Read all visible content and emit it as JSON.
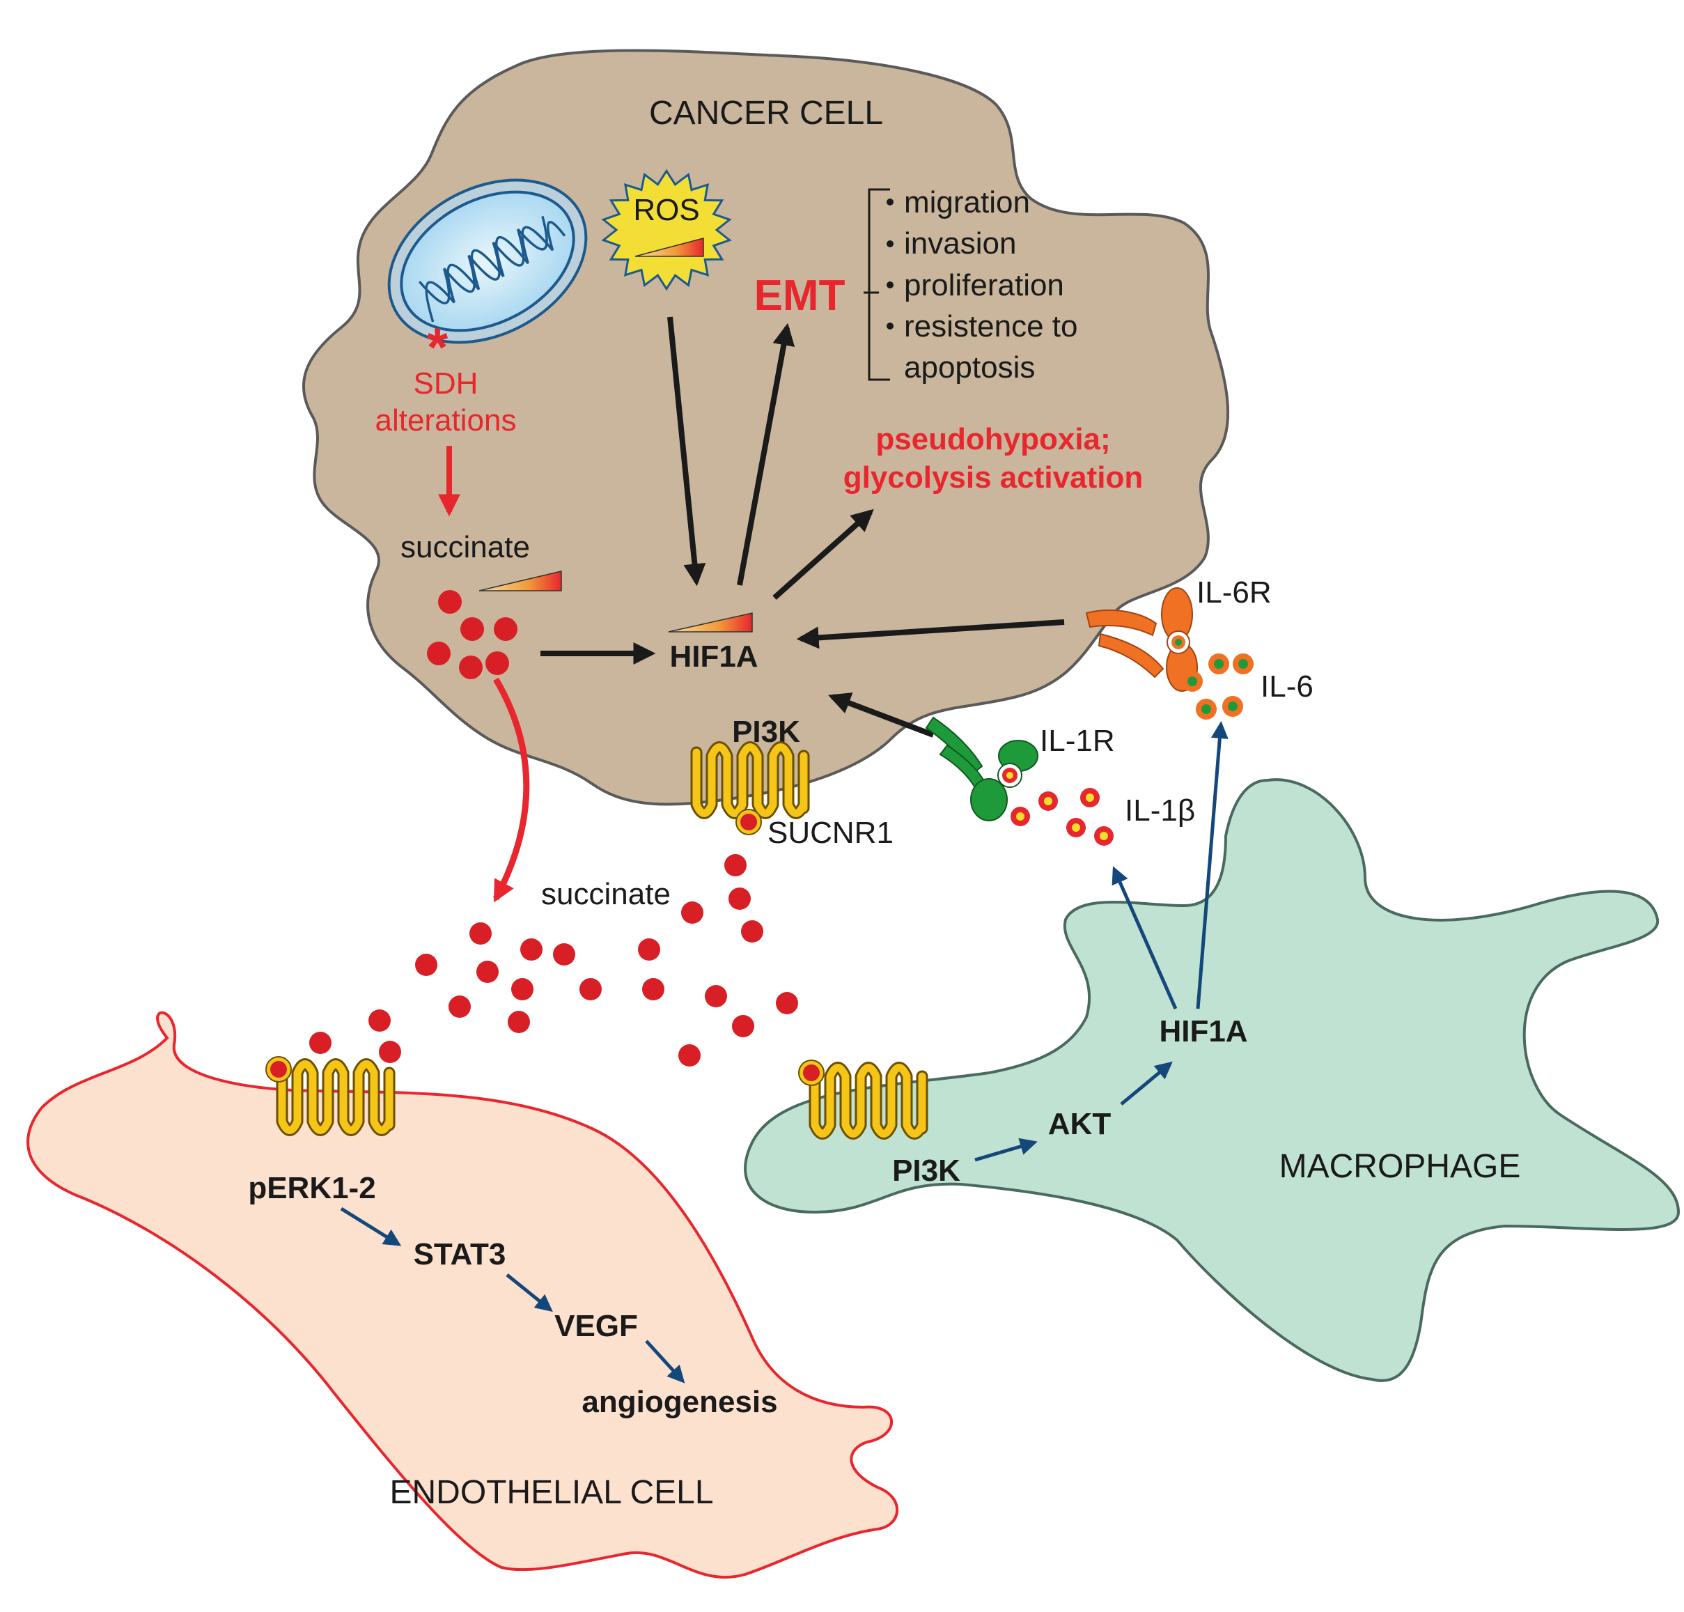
{
  "colors": {
    "cancer_fill": "#c9b69c",
    "cancer_stroke": "#5a5a5a",
    "macrophage_fill": "#bfe2d2",
    "macrophage_stroke": "#4a6a60",
    "endothelial_fill": "#fde1cf",
    "endothelial_stroke": "#e8262d",
    "accent_red": "#e8262d",
    "receptor_yellow": "#f5c518",
    "il6r_orange": "#f07024",
    "il1r_green": "#1f9a3a",
    "arrow_dark": "#1a1a1a",
    "arrow_blue": "#14477a",
    "ros_yellow": "#f2de35",
    "mito_blue": "#bfe3f5"
  },
  "cells": {
    "cancer": "CANCER CELL",
    "macrophage": "MACROPHAGE",
    "endothelial": "ENDOTHELIAL CELL"
  },
  "cancer": {
    "ros": "ROS",
    "sdh_line1": "SDH",
    "sdh_line2": "alterations",
    "succinate": "succinate",
    "hif1a": "HIF1A",
    "emt": "EMT",
    "emt_effects": [
      "migration",
      "invasion",
      "proliferation",
      "resistence to",
      "apoptosis"
    ],
    "pseudo_line1": "pseudohypoxia;",
    "pseudo_line2": "glycolysis activation",
    "pi3k": "PI3K"
  },
  "receptors": {
    "sucnr1": "SUCNR1",
    "il6r": "IL-6R",
    "il6": "IL-6",
    "il1r": "IL-1R",
    "il1b": "IL-1β"
  },
  "extracellular": {
    "succinate": "succinate"
  },
  "macrophage": {
    "pi3k": "PI3K",
    "akt": "AKT",
    "hif1a": "HIF1A"
  },
  "endothelial": {
    "perk": "pERK1-2",
    "stat3": "STAT3",
    "vegf": "VEGF",
    "angiogenesis": "angiogenesis"
  }
}
